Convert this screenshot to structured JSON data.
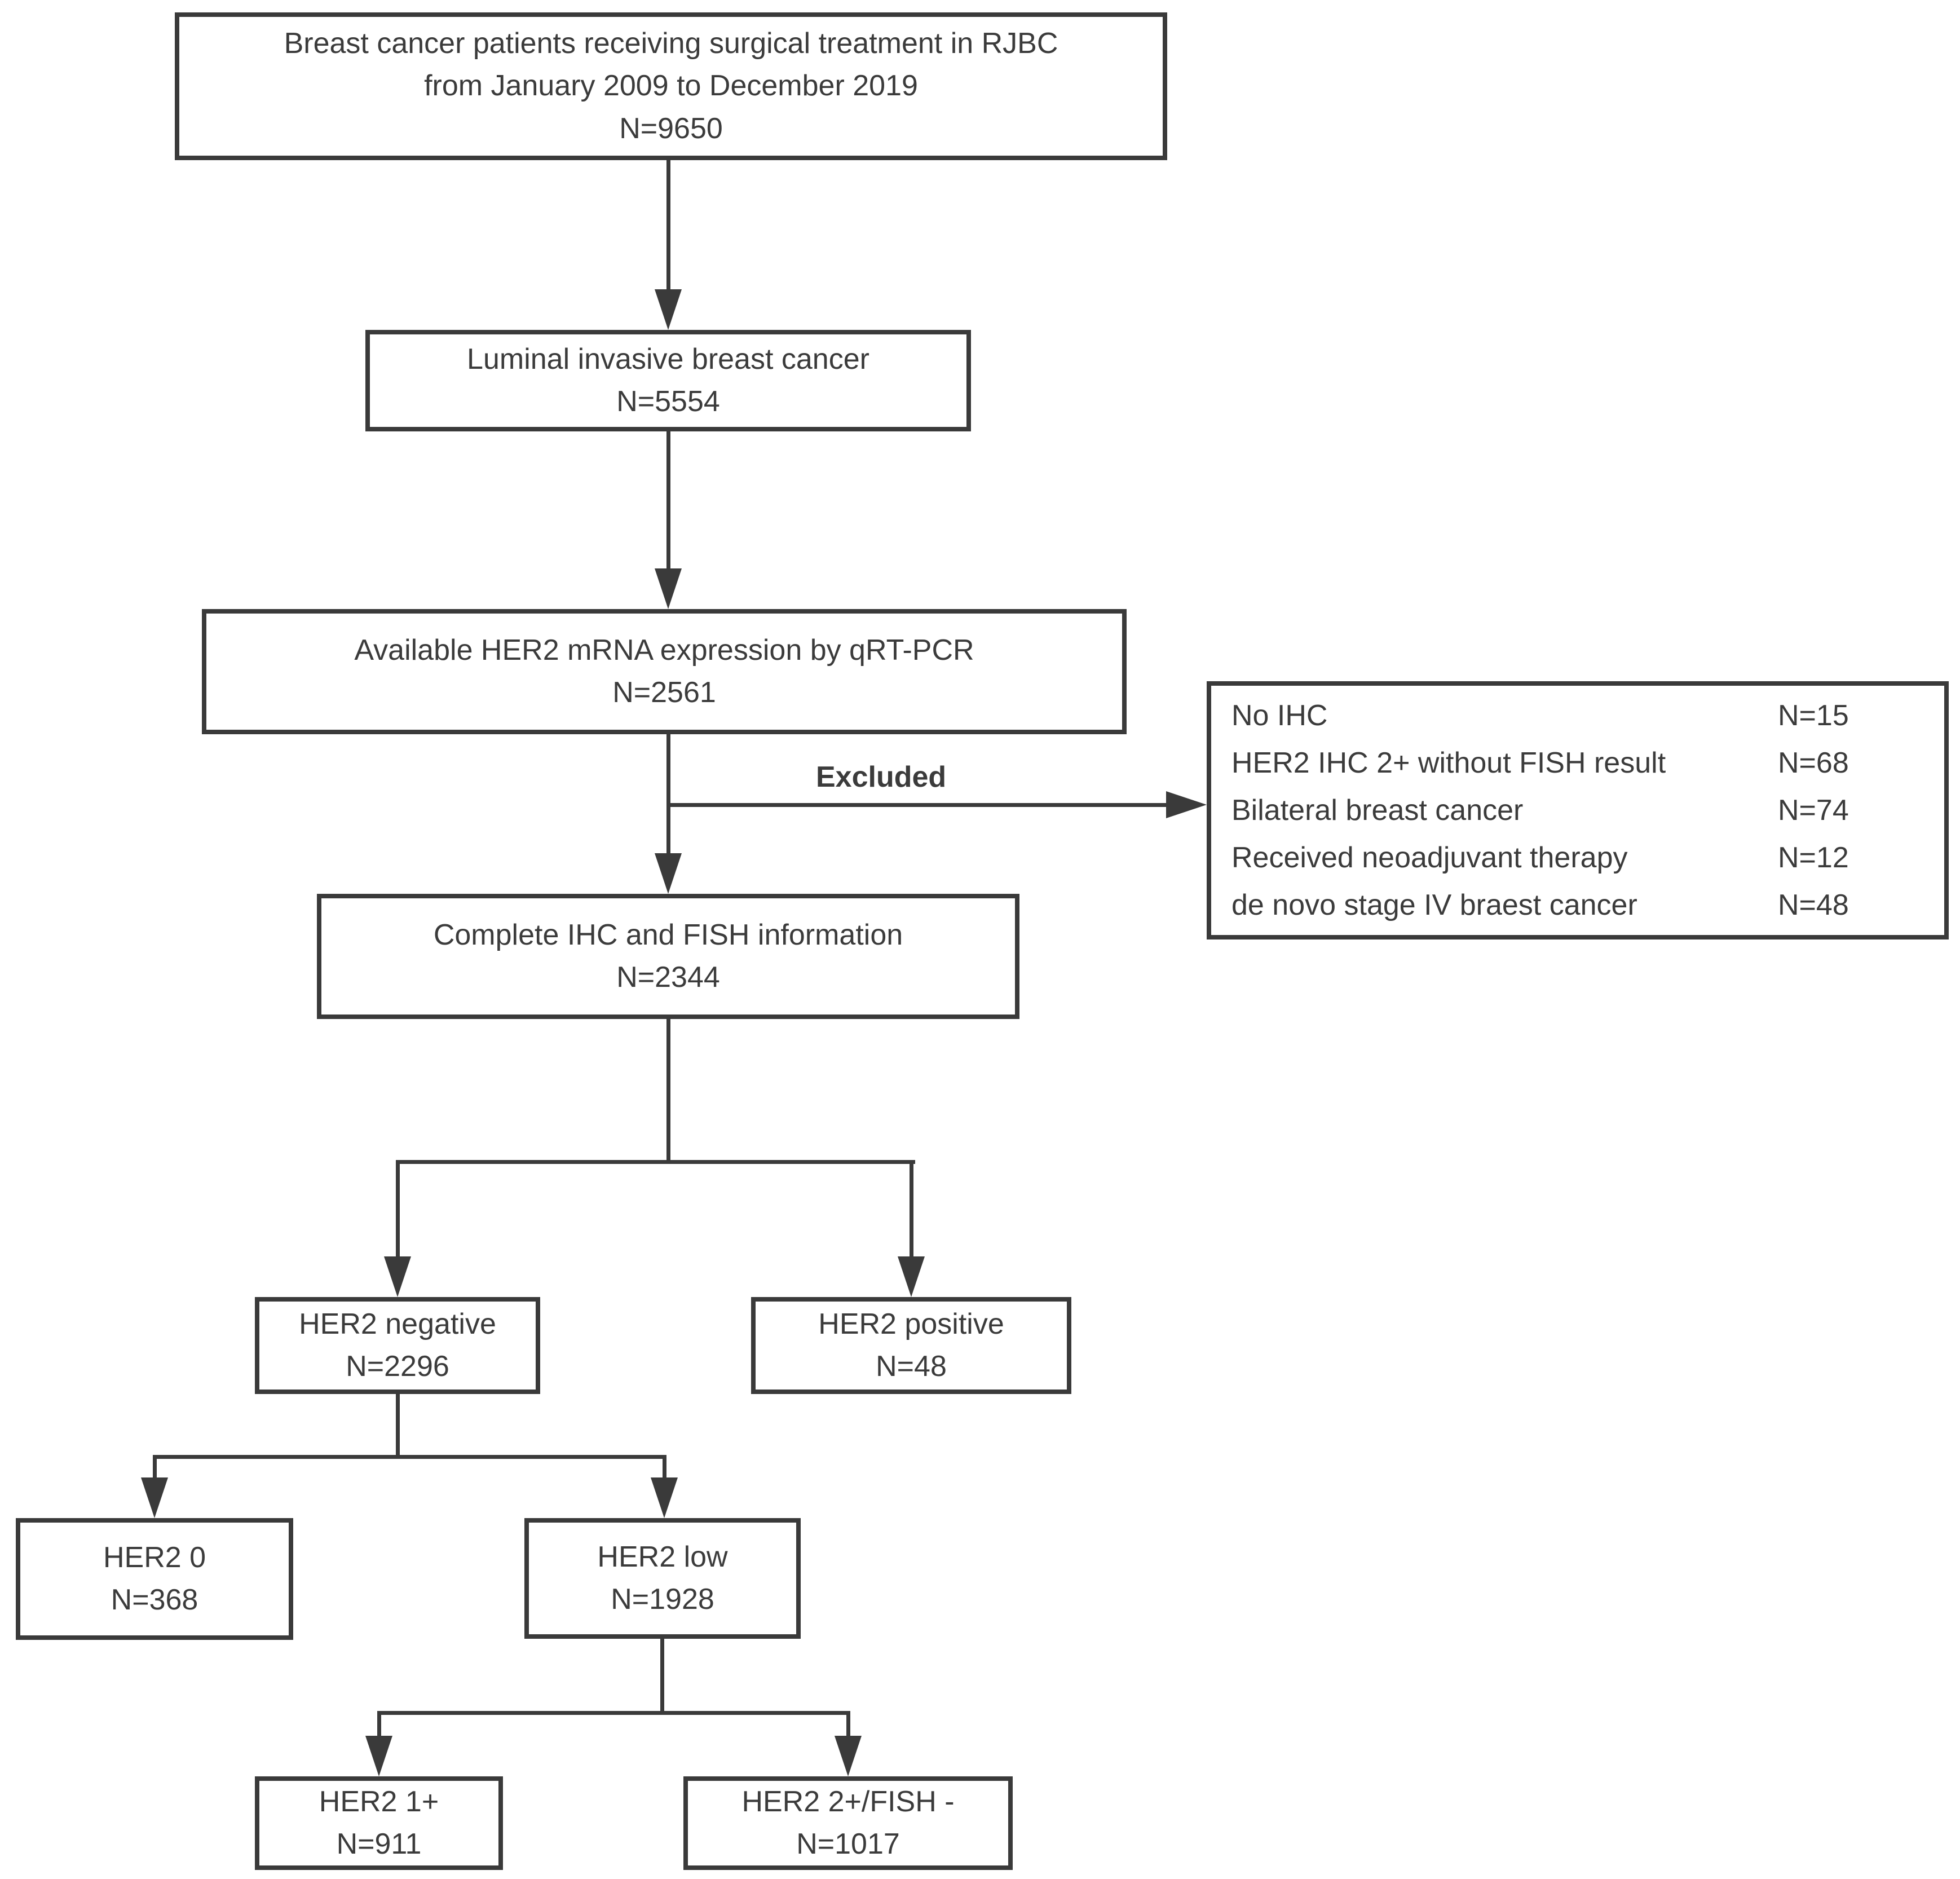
{
  "nodes": {
    "initial": {
      "lines": [
        "Breast cancer patients receiving surgical treatment in RJBC",
        "from January 2009 to December 2019",
        "N=9650"
      ]
    },
    "luminal": {
      "lines": [
        "Luminal invasive breast cancer",
        "N=5554"
      ]
    },
    "qrtpcr": {
      "lines": [
        "Available HER2 mRNA expression by qRT-PCR",
        "N=2561"
      ]
    },
    "complete": {
      "lines": [
        "Complete IHC and FISH information",
        "N=2344"
      ]
    },
    "her2_negative": {
      "lines": [
        "HER2 negative",
        "N=2296"
      ]
    },
    "her2_positive": {
      "lines": [
        "HER2 positive",
        "N=48"
      ]
    },
    "her2_0": {
      "lines": [
        "HER2 0",
        "N=368"
      ]
    },
    "her2_low": {
      "lines": [
        "HER2 low",
        "N=1928"
      ]
    },
    "her2_1plus": {
      "lines": [
        "HER2 1+",
        "N=911"
      ]
    },
    "her2_2plus_fish_neg": {
      "lines": [
        "HER2  2+/FISH -",
        "N=1017"
      ]
    }
  },
  "excluded": {
    "label": "Excluded",
    "items": [
      {
        "reason": "No IHC",
        "count": "N=15"
      },
      {
        "reason": "HER2 IHC 2+ without FISH result",
        "count": "N=68"
      },
      {
        "reason": "Bilateral breast cancer",
        "count": "N=74"
      },
      {
        "reason": "Received neoadjuvant therapy",
        "count": "N=12"
      },
      {
        "reason": "de novo stage IV braest cancer",
        "count": "N=48"
      }
    ]
  },
  "colors": {
    "line": "#3a3a3a",
    "text": "#3b3b3b",
    "background": "#ffffff"
  }
}
